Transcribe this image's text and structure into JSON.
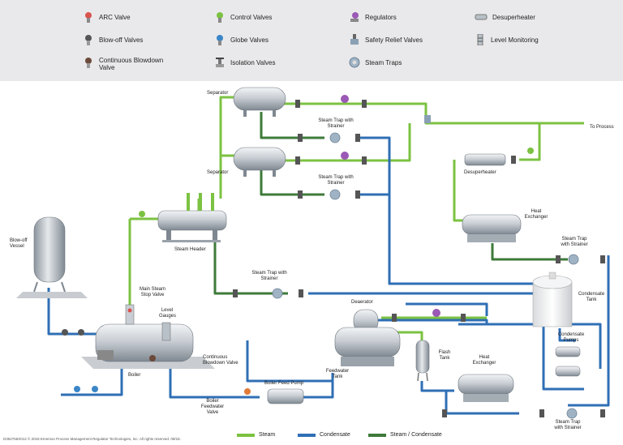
{
  "legend": {
    "arc_valve": "ARC Valve",
    "blowoff_valves": "Blow-off Valves",
    "continuous_blowdown_valve": "Continuous Blowdown Valve",
    "control_valves": "Control Valves",
    "globe_valves": "Globe Valves",
    "isolation_valves": "Isolation Valves",
    "regulators": "Regulators",
    "safety_relief_valves": "Safety Relief Valves",
    "steam_traps": "Steam Traps",
    "desuperheater": "Desuperheater",
    "level_monitoring": "Level Monitoring"
  },
  "labels": {
    "separator_1": "Separator",
    "separator_2": "Separator",
    "steam_trap_strainer_1": "Steam Trap with Strainer",
    "steam_trap_strainer_2": "Steam Trap with Strainer",
    "steam_trap_strainer_3": "Steam Trap with Strainer",
    "steam_trap_strainer_4": "Steam Trap with Strainer",
    "steam_trap_strainer_5": "Steam Trap with Strainer",
    "to_process": "To Process",
    "desuperheater": "Desuperheater",
    "heat_exchanger_1": "Heat Exchanger",
    "heat_exchanger_2": "Heat Exchanger",
    "steam_header": "Steam Header",
    "blowoff_vessel": "Blow-off Vessel",
    "main_steam_stop_valve": "Main Steam Stop Valve",
    "level_gauges": "Level Gauges",
    "deaerator": "Deaerator",
    "condensate_tank": "Condensate Tank",
    "condensate_pumps": "Condensate Pumps",
    "flash_tank": "Flash Tank",
    "feedwater_tank": "Feedwater Tank",
    "continuous_blowdown_valve": "Continuous Blowdown Valve",
    "boiler": "Boiler",
    "boiler_feed_pump": "Boiler Feed Pump",
    "boiler_feedwater_valve": "Boiler Feedwater Valve"
  },
  "bottom_legend": {
    "steam": "Steam",
    "condensate": "Condensate",
    "steam_condensate": "Steam / Condensate"
  },
  "colors": {
    "steam": "#7cc242",
    "condensate": "#2f6fb5",
    "steam_condensate": "#3e7a3a",
    "legend_bg": "#e9e9eb"
  },
  "footer": "D352756X012 © 2018 Emerson Process Management Regulator Technologies, Inc. All rights reserved. 09/18."
}
